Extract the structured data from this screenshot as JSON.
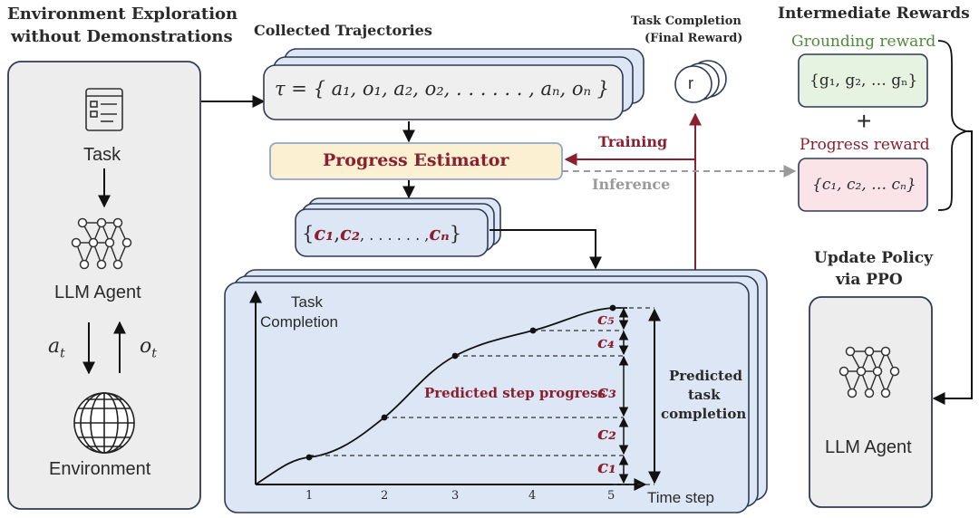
{
  "left_panel": {
    "heading_line1": "Environment Exploration",
    "heading_line2": "without Demonstrations",
    "task_label": "Task",
    "agent_label": "LLM Agent",
    "action_label": "a",
    "action_sub": "t",
    "obs_label": "o",
    "obs_sub": "t",
    "env_label": "Environment"
  },
  "trajectories": {
    "heading": "Collected Trajectories",
    "formula": "τ = { a₁, o₁, a₂, o₂, . . . . . . , aₙ, oₙ }"
  },
  "task_completion": {
    "heading_line1": "Task Completion",
    "heading_line2": "(Final Reward)",
    "r_label": "r"
  },
  "progress_estimator": {
    "label": "Progress Estimator",
    "training_label": "Training",
    "inference_label": "Inference"
  },
  "predicted_set": {
    "open": "{",
    "c1": "c₁",
    "c2": "c₂",
    "dots": ", . . . . . . ,",
    "cn": "cₙ",
    "close": "}",
    "comma": ","
  },
  "rewards": {
    "heading": "Intermediate Rewards",
    "grounding_label": "Grounding reward",
    "grounding_formula": "{g₁, g₂, … gₙ}",
    "plus": "+",
    "progress_label": "Progress reward",
    "progress_formula": "{c₁, c₂, … cₙ}"
  },
  "policy": {
    "heading_line1": "Update Policy",
    "heading_line2": "via PPO",
    "agent_label": "LLM Agent"
  },
  "graph": {
    "ylabel_line1": "Task",
    "ylabel_line2": "Completion",
    "xlabel": "Time step",
    "x_ticks": [
      "1",
      "2",
      "3",
      "4",
      "5"
    ],
    "step_labels": [
      "c₁",
      "c₂",
      "c₃",
      "c₄",
      "c₅"
    ],
    "step_progress_label": "Predicted step progress",
    "predicted_line1": "Predicted",
    "predicted_line2": "task",
    "predicted_line3": "completion"
  },
  "colors": {
    "panel_fill": "#ededed",
    "panel_border": "#2e3b55",
    "blue_fill": "#dce6f5",
    "estimator_fill": "#fcf0d2",
    "estimator_border": "#8fa6cc",
    "grounding_fill": "#e6f3e0",
    "progress_fill": "#fbe4e8",
    "accent_red": "#8a1f2f",
    "inference_gray": "#9a9a9a"
  }
}
